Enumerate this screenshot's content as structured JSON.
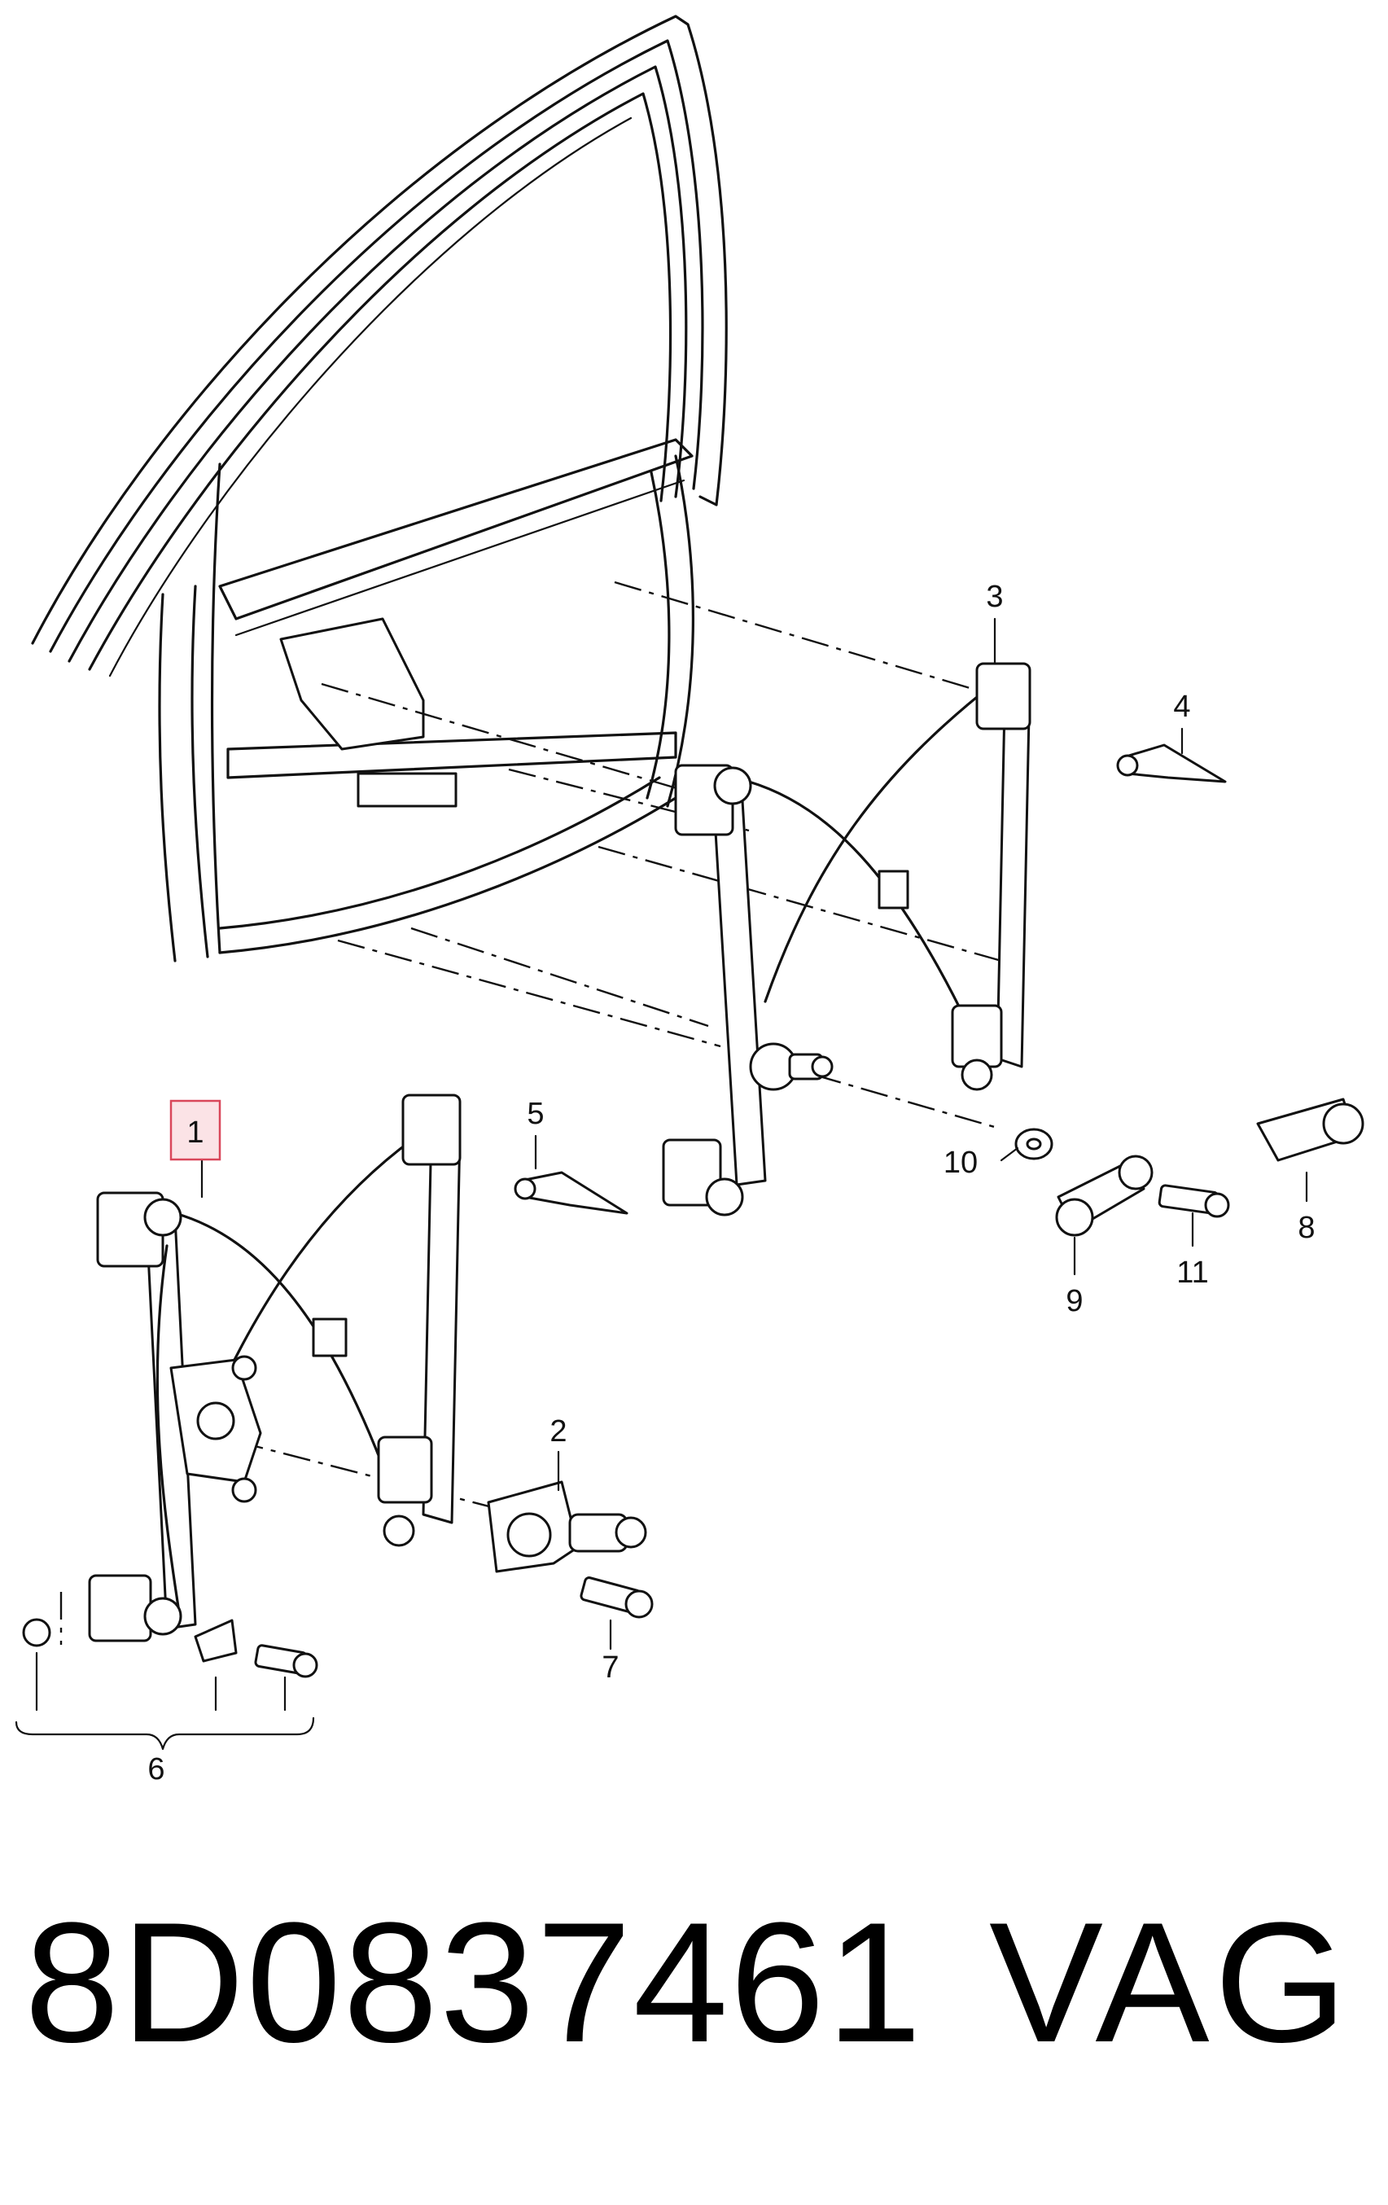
{
  "diagram": {
    "highlighted_callout": "1",
    "callouts": [
      "1",
      "2",
      "3",
      "4",
      "5",
      "6",
      "7",
      "8",
      "9",
      "10",
      "11"
    ]
  },
  "footer": {
    "part_number": "8D0837461",
    "brand": "VAG"
  }
}
